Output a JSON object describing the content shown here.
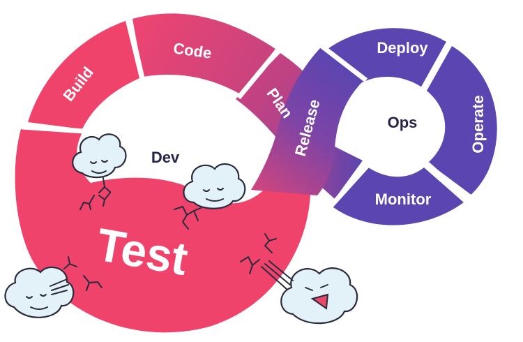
{
  "diagram": {
    "dev_hub": "Dev",
    "ops_hub": "Ops",
    "dev_segments": {
      "build": "Build",
      "code": "Code",
      "plan": "Plan",
      "test": "Test"
    },
    "ops_segments": {
      "release": "Release",
      "deploy": "Deploy",
      "operate": "Operate",
      "monitor": "Monitor"
    }
  },
  "colors": {
    "dev_pink": "#f0436c",
    "dev_magenta": "#d94577",
    "ops_purple": "#5b45b0",
    "text_dark": "#26234a",
    "cloud_fill": "#e3f1f9"
  },
  "icons": [
    "smoke-cloud-icon",
    "crack-icon",
    "angry-cloud-icon"
  ]
}
